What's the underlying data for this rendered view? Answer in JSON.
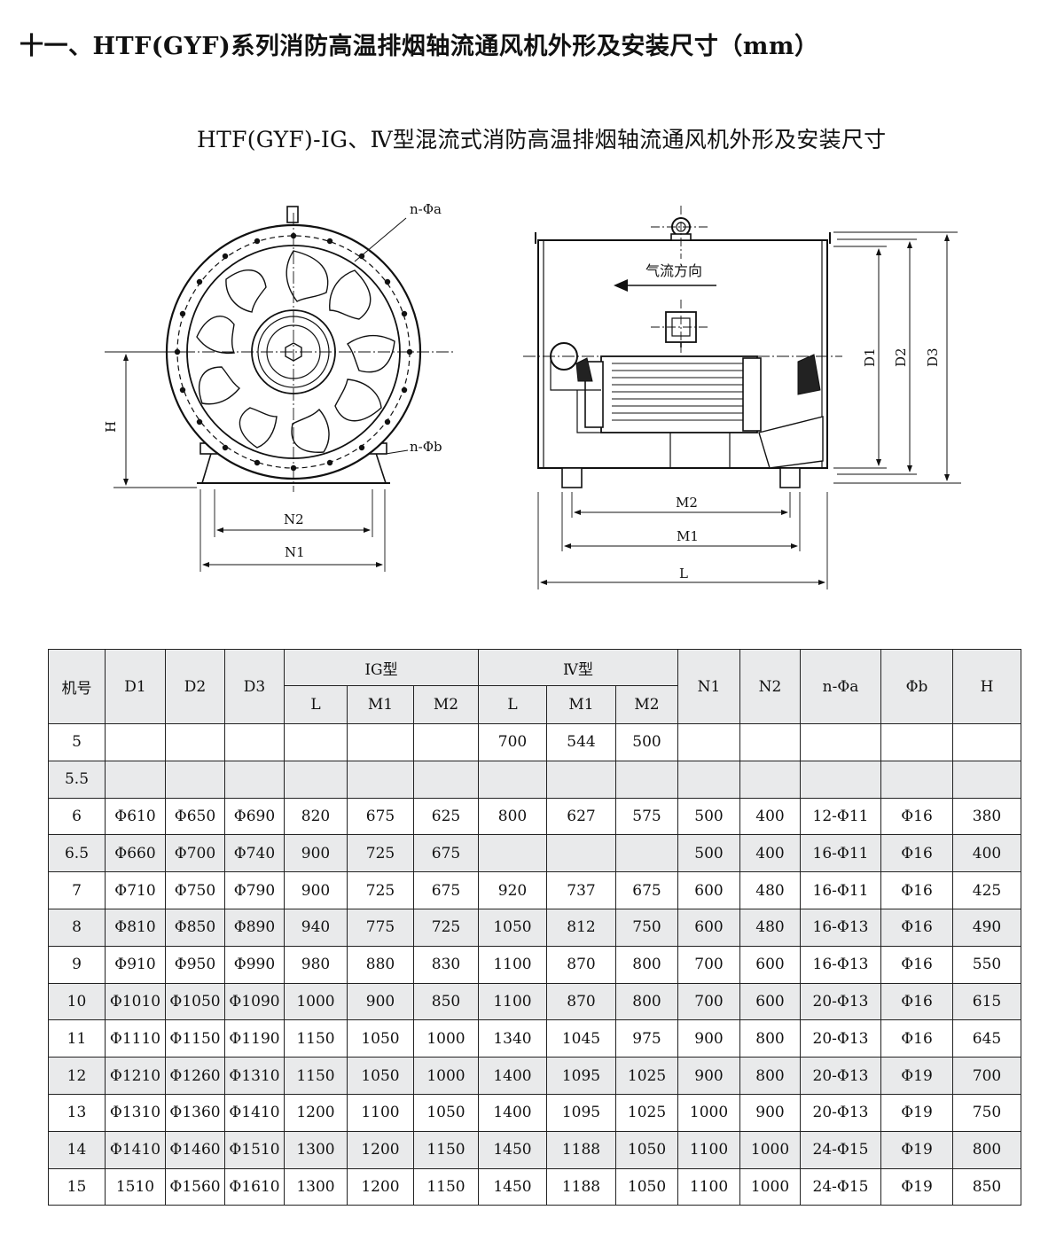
{
  "page": {
    "main_title": "十一、HTF(GYF)系列消防高温排烟轴流通风机外形及安装尺寸（mm）",
    "sub_title": "HTF(GYF)-ⅠG、Ⅳ型混流式消防高温排烟轴流通风机外形及安装尺寸"
  },
  "drawing": {
    "front": {
      "label_na": "n-Φa",
      "label_nb": "n-Φb",
      "label_h": "H",
      "label_n2": "N2",
      "label_n1": "N1"
    },
    "side": {
      "airflow": "气流方向",
      "label_m2": "M2",
      "label_m1": "M1",
      "label_l": "L",
      "label_d1": "D1",
      "label_d2": "D2",
      "label_d3": "D3"
    }
  },
  "table": {
    "headers": {
      "model": "机号",
      "d1": "D1",
      "d2": "D2",
      "d3": "D3",
      "group_ig": "IG型",
      "group_iv": "Ⅳ型",
      "l": "L",
      "m1": "M1",
      "m2": "M2",
      "n1": "N1",
      "n2": "N2",
      "na": "n-Φa",
      "b": "Φb",
      "h": "H"
    },
    "rows": [
      [
        "5",
        "",
        "",
        "",
        "",
        "",
        "",
        "700",
        "544",
        "500",
        "",
        "",
        "",
        "",
        ""
      ],
      [
        "5.5",
        "",
        "",
        "",
        "",
        "",
        "",
        "",
        "",
        "",
        "",
        "",
        "",
        "",
        ""
      ],
      [
        "6",
        "Φ610",
        "Φ650",
        "Φ690",
        "820",
        "675",
        "625",
        "800",
        "627",
        "575",
        "500",
        "400",
        "12-Φ11",
        "Φ16",
        "380"
      ],
      [
        "6.5",
        "Φ660",
        "Φ700",
        "Φ740",
        "900",
        "725",
        "675",
        "",
        "",
        "",
        "500",
        "400",
        "16-Φ11",
        "Φ16",
        "400"
      ],
      [
        "7",
        "Φ710",
        "Φ750",
        "Φ790",
        "900",
        "725",
        "675",
        "920",
        "737",
        "675",
        "600",
        "480",
        "16-Φ11",
        "Φ16",
        "425"
      ],
      [
        "8",
        "Φ810",
        "Φ850",
        "Φ890",
        "940",
        "775",
        "725",
        "1050",
        "812",
        "750",
        "600",
        "480",
        "16-Φ13",
        "Φ16",
        "490"
      ],
      [
        "9",
        "Φ910",
        "Φ950",
        "Φ990",
        "980",
        "880",
        "830",
        "1100",
        "870",
        "800",
        "700",
        "600",
        "16-Φ13",
        "Φ16",
        "550"
      ],
      [
        "10",
        "Φ1010",
        "Φ1050",
        "Φ1090",
        "1000",
        "900",
        "850",
        "1100",
        "870",
        "800",
        "700",
        "600",
        "20-Φ13",
        "Φ16",
        "615"
      ],
      [
        "11",
        "Φ1110",
        "Φ1150",
        "Φ1190",
        "1150",
        "1050",
        "1000",
        "1340",
        "1045",
        "975",
        "900",
        "800",
        "20-Φ13",
        "Φ16",
        "645"
      ],
      [
        "12",
        "Φ1210",
        "Φ1260",
        "Φ1310",
        "1150",
        "1050",
        "1000",
        "1400",
        "1095",
        "1025",
        "900",
        "800",
        "20-Φ13",
        "Φ19",
        "700"
      ],
      [
        "13",
        "Φ1310",
        "Φ1360",
        "Φ1410",
        "1200",
        "1100",
        "1050",
        "1400",
        "1095",
        "1025",
        "1000",
        "900",
        "20-Φ13",
        "Φ19",
        "750"
      ],
      [
        "14",
        "Φ1410",
        "Φ1460",
        "Φ1510",
        "1300",
        "1200",
        "1150",
        "1450",
        "1188",
        "1050",
        "1100",
        "1000",
        "24-Φ15",
        "Φ19",
        "800"
      ],
      [
        "15",
        "1510",
        "Φ1560",
        "Φ1610",
        "1300",
        "1200",
        "1150",
        "1450",
        "1188",
        "1050",
        "1100",
        "1000",
        "24-Φ15",
        "Φ19",
        "850"
      ]
    ]
  }
}
